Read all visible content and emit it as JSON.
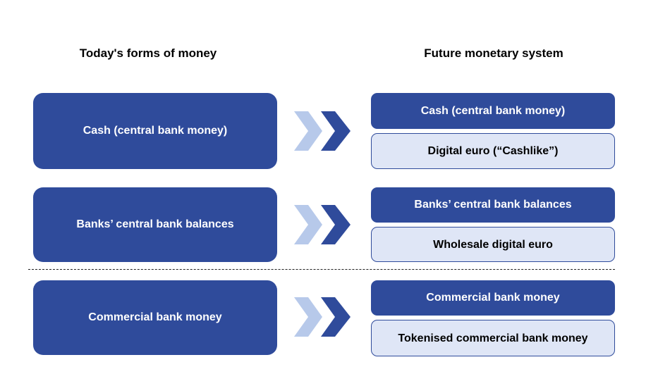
{
  "headings": {
    "left": "Today's forms of money",
    "right": "Future monetary system"
  },
  "rows": [
    {
      "today": "Cash (central bank money)",
      "future_primary": "Cash (central bank money)",
      "future_new": "Digital euro (“Cashlike”)"
    },
    {
      "today": "Banks’ central bank balances",
      "future_primary": "Banks’ central bank balances",
      "future_new": "Wholesale digital euro"
    },
    {
      "today": "Commercial bank money",
      "future_primary": "Commercial bank money",
      "future_new": "Tokenised commercial bank money"
    }
  ],
  "colors": {
    "dark_blue": "#2f4b9b",
    "light_blue_fill": "#dfe6f6",
    "arrow_light": "#b7c9ea",
    "arrow_dark": "#2f4b9b"
  },
  "icons": {
    "arrow": "double-chevron-right-icon"
  }
}
